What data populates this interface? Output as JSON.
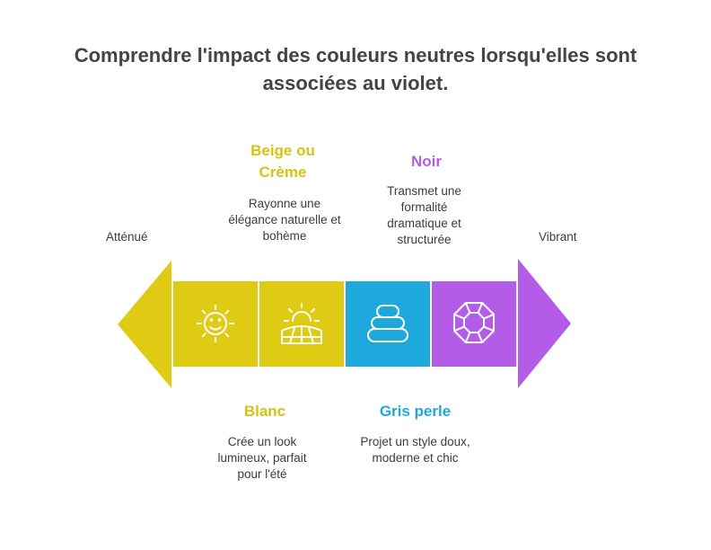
{
  "title": {
    "line1": "Comprendre l'impact des couleurs neutres lorsqu'elles sont",
    "line2": "associées au violet."
  },
  "scale": {
    "left_label": "Atténué",
    "right_label": "Vibrant"
  },
  "items": [
    {
      "name": "Blanc",
      "description_lines": [
        "Crée un look",
        "lumineux, parfait",
        "pour l'été"
      ],
      "color": "#dfcb14",
      "icon": "smiling-sun-icon"
    },
    {
      "name_lines": [
        "Beige ou",
        "Crème"
      ],
      "description_lines": [
        "Rayonne une",
        "élégance naturelle et",
        "bohème"
      ],
      "color": "#dfcb14",
      "icon": "sunrise-field-icon"
    },
    {
      "name": "Gris perle",
      "description_lines": [
        "Projet un style doux,",
        "moderne et chic"
      ],
      "color": "#1ea9dc",
      "icon": "stacked-stones-icon"
    },
    {
      "name": "Noir",
      "description_lines": [
        "Transmet une",
        "formalité",
        "dramatique et",
        "structurée"
      ],
      "color": "#b35ce8",
      "icon": "gem-octagon-icon"
    }
  ],
  "colors": {
    "yellow": "#dfcb14",
    "heading_yellow": "#d6c212",
    "blue": "#1ea9dc",
    "purple": "#b35ce8",
    "title": "#444444",
    "text": "#3c3c3c"
  }
}
